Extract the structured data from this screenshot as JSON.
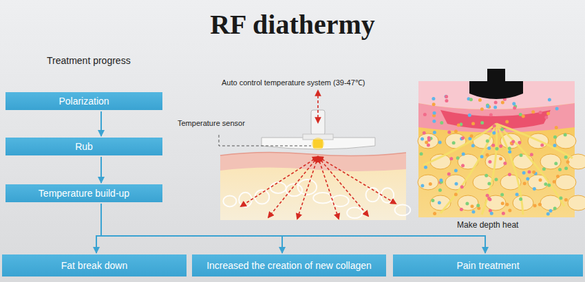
{
  "diagram": {
    "title": "RF diathermy",
    "nodes": [
      {
        "text": [
          "Polarization"
        ]
      },
      {
        "text": [
          "Rub"
        ]
      },
      {
        "text": [
          "Temperature build-up"
        ]
      },
      {
        "text": [
          "Fat break down"
        ]
      },
      {
        "text": [
          "Increased the creation of new collagen"
        ]
      },
      {
        "text": [
          "Pain treatment"
        ]
      }
    ],
    "edges": [
      {
        "from": 0,
        "to": 1,
        "arrow": "to"
      },
      {
        "from": 1,
        "to": 2,
        "arrow": "to"
      },
      {
        "from": 2,
        "to": 3,
        "arrow": "to"
      },
      {
        "from": 2,
        "to": 4,
        "arrow": "to"
      },
      {
        "from": 2,
        "to": 5,
        "arrow": "to"
      }
    ],
    "labels": [
      "Treatment progress",
      "Auto control temperature system (39-47℃)",
      "Temperature sensor",
      "Make depth heat"
    ]
  }
}
